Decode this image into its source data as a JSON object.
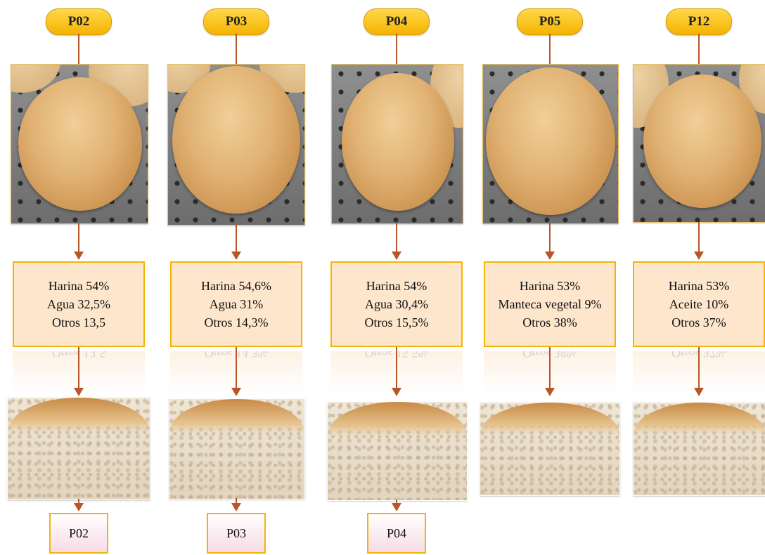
{
  "columns": [
    {
      "code": "P02",
      "lines": [
        "Harina 54%",
        "Agua 32,5%",
        "Otros 13,5"
      ],
      "reflection": "Otros 13,5",
      "bottom_label": "P02"
    },
    {
      "code": "P03",
      "lines": [
        "Harina 54,6%",
        "Agua 31%",
        "Otros 14,3%"
      ],
      "reflection": "Otros 14,3%",
      "bottom_label": "P03"
    },
    {
      "code": "P04",
      "lines": [
        "Harina 54%",
        "Agua 30,4%",
        "Otros 15,5%"
      ],
      "reflection": "Otros 15,5%",
      "bottom_label": "P04"
    },
    {
      "code": "P05",
      "lines": [
        "Harina 53%",
        "Manteca vegetal 9%",
        "Otros 38%"
      ],
      "reflection": "Otros 38%",
      "bottom_label": ""
    },
    {
      "code": "P12",
      "lines": [
        "Harina 53%",
        "Aceite 10%",
        "Otros 37%"
      ],
      "reflection": "Otros 37%",
      "bottom_label": ""
    }
  ],
  "colors": {
    "pill": "#f5b400",
    "box_fill": "#fde6cc",
    "box_border": "#f5b400",
    "arrow": "#b8562a"
  }
}
